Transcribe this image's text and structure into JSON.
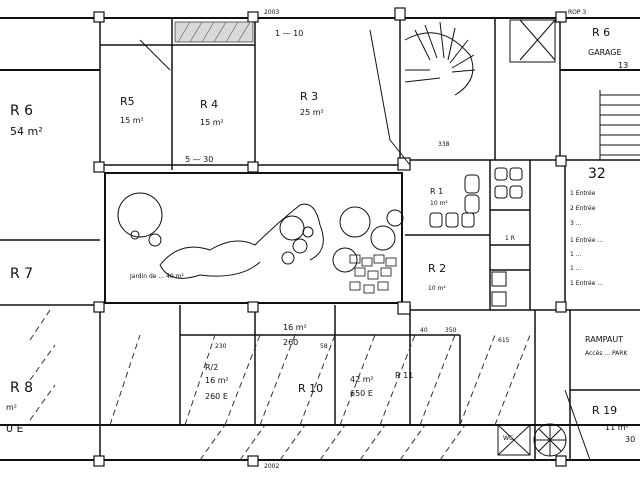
{
  "plan": {
    "rooms": {
      "r6": {
        "name": "R 6",
        "area": "54 m²"
      },
      "r5": {
        "name": "R5",
        "area": "15 m²"
      },
      "r4": {
        "name": "R 4",
        "area": "15 m²"
      },
      "r3": {
        "name": "R 3",
        "area": "25 m²"
      },
      "r_garage": {
        "name": "R 6",
        "sub": "GARAGE",
        "area": "13"
      },
      "r7": {
        "name": "R 7"
      },
      "r1_top": {
        "name": "R 1",
        "area": "10 m²"
      },
      "r2": {
        "name": "R 2",
        "area": "10 m²"
      },
      "r8": {
        "name": "R 8",
        "area": "m²",
        "price": "0 E"
      },
      "r12": {
        "name": "R/2",
        "area": "16 m²",
        "price": "260 E"
      },
      "r16": {
        "name": "16 m²",
        "price": "260"
      },
      "r10": {
        "name": "R 10"
      },
      "r11": {
        "name": "R 11",
        "area": "42 m²",
        "price": "650 E"
      },
      "r19": {
        "name": "R 19",
        "area": "11 m²",
        "price": "30"
      },
      "r32": {
        "name": "32"
      }
    },
    "dimensions": {
      "top_center": "1 — 10",
      "top_left_right": "5 — 30",
      "mid_row": "230",
      "mid_row2": "58",
      "lower_right_1": "40",
      "lower_right_2": "350",
      "lower_right_3": "615",
      "bottom": "2002",
      "top_edge": "2003",
      "top_right_num": "ROP 3",
      "upper_right_dim": "338"
    },
    "garden_note": "Jardin de ... 40 m²",
    "right_notes": [
      "1 Entrée",
      "2 Entrée",
      "3 ...",
      "1 Entrée ...",
      "1 ...",
      "1 ...",
      "1 Entrée ..."
    ],
    "rampaut": {
      "line1": "RAMPAUT",
      "line2": "Accès ... PARK"
    },
    "left_mark": "1 R",
    "wc_mark": "WC"
  }
}
